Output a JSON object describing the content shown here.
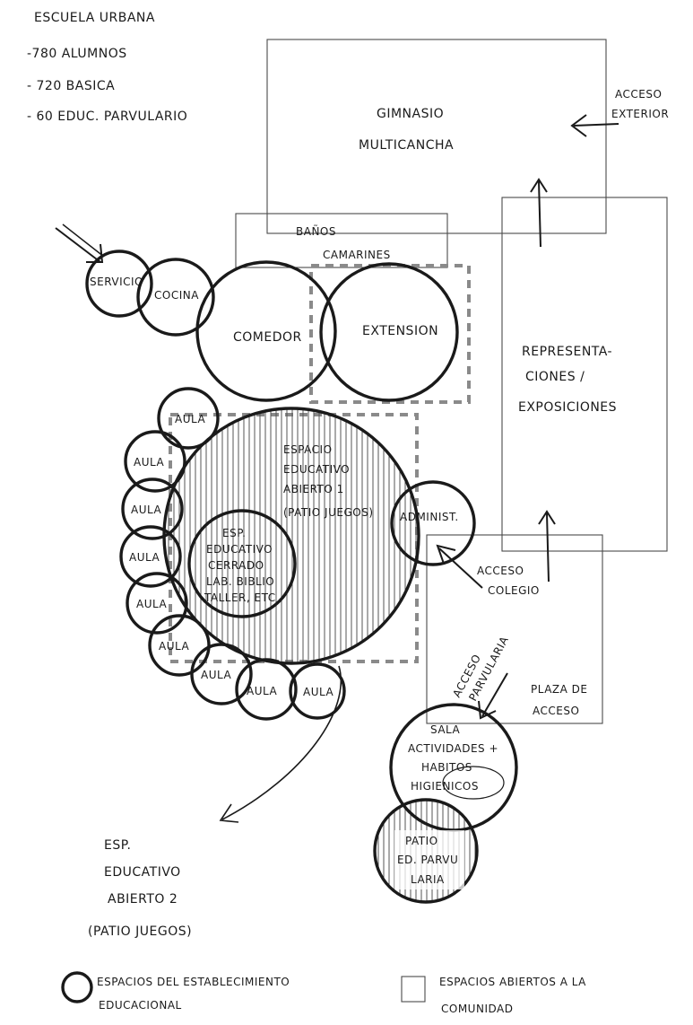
{
  "header": {
    "title": "ESCUELA URBANA",
    "lines": [
      "-780 ALUMNOS",
      "- 720 BASICA",
      "- 60 EDUC. PARVULARIO"
    ]
  },
  "zones": {
    "gimnasio": [
      "GIMNASIO",
      "MULTICANCHA"
    ],
    "acceso_exterior": [
      "ACCESO",
      "EXTERIOR"
    ],
    "banos": [
      "BAÑOS",
      "CAMARINES"
    ],
    "representaciones": [
      "REPRESENTA-",
      "CIONES /",
      "EXPOSICIONES"
    ],
    "acceso_colegio": [
      "ACCESO",
      "COLEGIO"
    ],
    "acceso_parvularia": [
      "ACCESO",
      "PARVULARIA"
    ],
    "plaza_acceso": [
      "PLAZA DE",
      "ACCESO"
    ]
  },
  "circles": {
    "servicio": "SERVICIO",
    "cocina": "COCINA",
    "comedor": "COMEDOR",
    "extension": "EXTENSION",
    "espacio_abierto_1": [
      "ESPACIO",
      "EDUCATIVO",
      "ABIERTO 1",
      "(PATIO JUEGOS)"
    ],
    "administ": "ADMINIST.",
    "esp_cerrado": [
      "ESP.",
      "EDUCATIVO",
      "CERRADO",
      "LAB. BIBLIO",
      "TALLER, ETC"
    ],
    "aula": "AULA",
    "sala": [
      "SALA",
      "ACTIVIDADES +",
      "HABITOS",
      "HIGIENICOS"
    ],
    "patio_parvularia": [
      "PATIO",
      "ED. PARVU",
      "LARIA"
    ]
  },
  "espacio_abierto_2": [
    "ESP.",
    "EDUCATIVO",
    "ABIERTO 2",
    "(PATIO JUEGOS)"
  ],
  "legend": {
    "circle_label": [
      "ESPACIOS DEL ESTABLECIMIENTO",
      "EDUCACIONAL"
    ],
    "square_label": [
      "ESPACIOS ABIERTOS A LA",
      "COMUNIDAD"
    ]
  }
}
